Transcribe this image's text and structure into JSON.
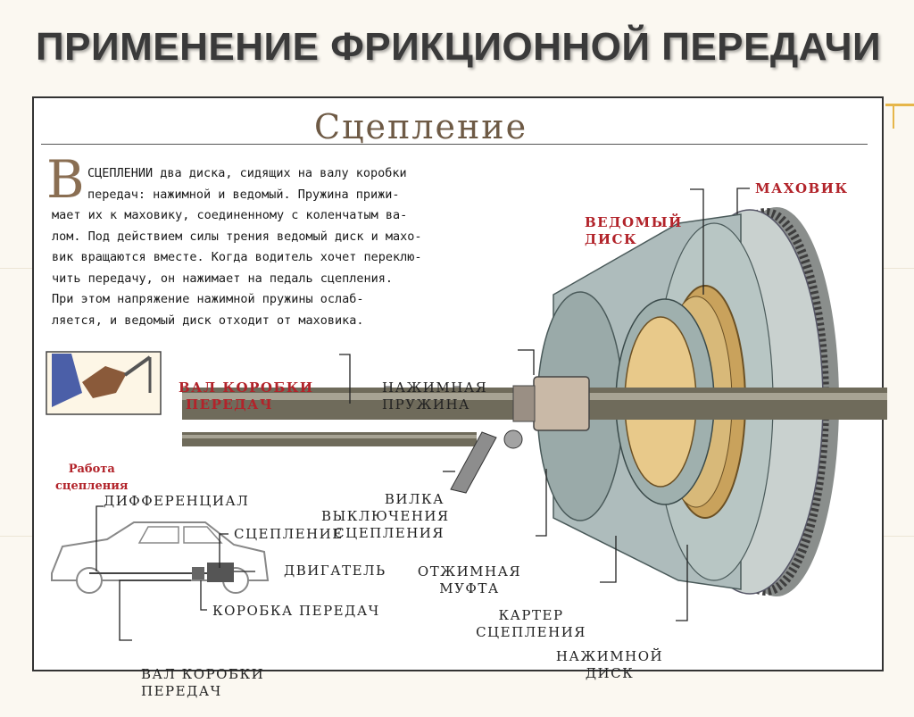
{
  "slide": {
    "title": "ПРИМЕНЕНИЕ ФРИКЦИОННОЙ ПЕРЕДАЧИ"
  },
  "figure": {
    "title": "Сцепление",
    "dropcap": "В",
    "paragraph": [
      "СЦЕПЛЕНИИ два диска, сидящих на валу коробки",
      "передач: нажимной и ведомый. Пружина прижи-",
      "мает их к маховику, соединенному с коленчатым ва-",
      "лом. Под действием силы трения ведомый диск и махо-",
      "вик вращаются вместе. Когда водитель хочет переклю-",
      "чить передачу, он нажимает на педаль сцепления.",
      "При этом напряжение нажимной пружины ослаб-",
      "ляется, и ведомый диск отходит от маховика."
    ],
    "inset_caption": [
      "Работа",
      "сцепления"
    ],
    "labels": {
      "driven_disc": [
        "ВЕДОМЫЙ",
        "ДИСК"
      ],
      "flywheel": "МАХОВИК",
      "gearbox_shaft": [
        "ВАЛ КОРОБКИ",
        "ПЕРЕДАЧ"
      ],
      "pressure_spring": [
        "НАЖИМНАЯ",
        "ПРУЖИНА"
      ],
      "release_fork": [
        "ВИЛКА",
        "ВЫКЛЮЧЕНИЯ",
        "СЦЕПЛЕНИЯ"
      ],
      "release_bearing": [
        "ОТЖИМНАЯ",
        "МУФТА"
      ],
      "clutch_housing": [
        "КАРТЕР",
        "СЦЕПЛЕНИЯ"
      ],
      "pressure_plate": [
        "НАЖИМНОЙ",
        "ДИСК"
      ],
      "differential": "ДИФФЕРЕНЦИАЛ",
      "clutch": "СЦЕПЛЕНИЕ",
      "engine": "ДВИГАТЕЛЬ",
      "gearbox": "КОРОБКА ПЕРЕДАЧ",
      "car_shaft": [
        "ВАЛ КОРОБКИ",
        "ПЕРЕДАЧ"
      ]
    }
  },
  "colors": {
    "accent_red": "#b2232a",
    "title_brown": "#6e5a45",
    "corner_gold": "#e6b64a"
  }
}
